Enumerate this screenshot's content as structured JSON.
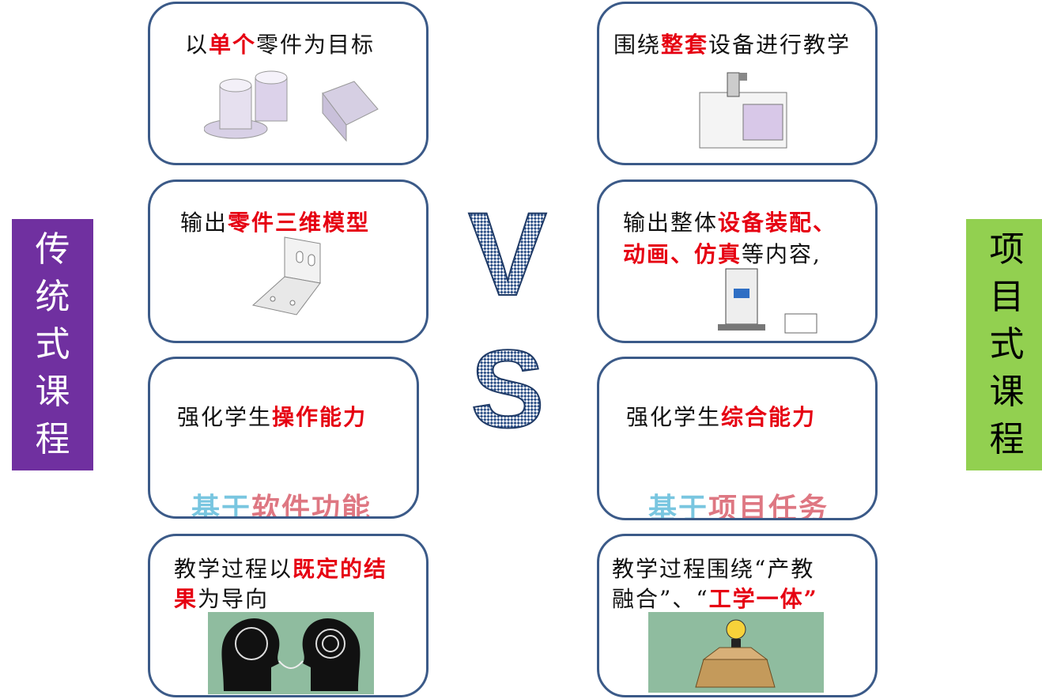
{
  "left_label": [
    "传",
    "统",
    "式",
    "课",
    "程"
  ],
  "right_label": [
    "项",
    "目",
    "式",
    "课",
    "程"
  ],
  "vs": {
    "v": "V",
    "s": "S"
  },
  "left_cards": [
    {
      "pre": "以",
      "hl": "单个",
      "post": "零件为目标"
    },
    {
      "pre": "输出",
      "hl": "零件三维模型",
      "post": ""
    },
    {
      "pre": "强化学生",
      "hl": "操作能力",
      "post": "",
      "wm_a": "基于",
      "wm_b": "软件功能"
    },
    {
      "line1_pre": "教学过程以",
      "line1_hl": "既定的结",
      "line2_hl": "果",
      "line2_post": "为导向"
    }
  ],
  "right_cards": [
    {
      "pre": "围绕",
      "hl": "整套",
      "post": "设备进行教学"
    },
    {
      "line1_pre": "输出整体",
      "line1_hl": "设备装配、",
      "line2_hl": "动画、仿真",
      "line2_post": "等内容,"
    },
    {
      "pre": "强化学生",
      "hl": "综合能力",
      "post": "",
      "wm_a": "基于",
      "wm_b": "项目任务"
    },
    {
      "line1_pre": "教学过程围绕“产教",
      "line2_pre": "融合”、“",
      "line2_hl": "工学一体”"
    }
  ],
  "colors": {
    "purple": "#7030a0",
    "green": "#92d050",
    "border": "#3b5a88",
    "red": "#e60012"
  }
}
